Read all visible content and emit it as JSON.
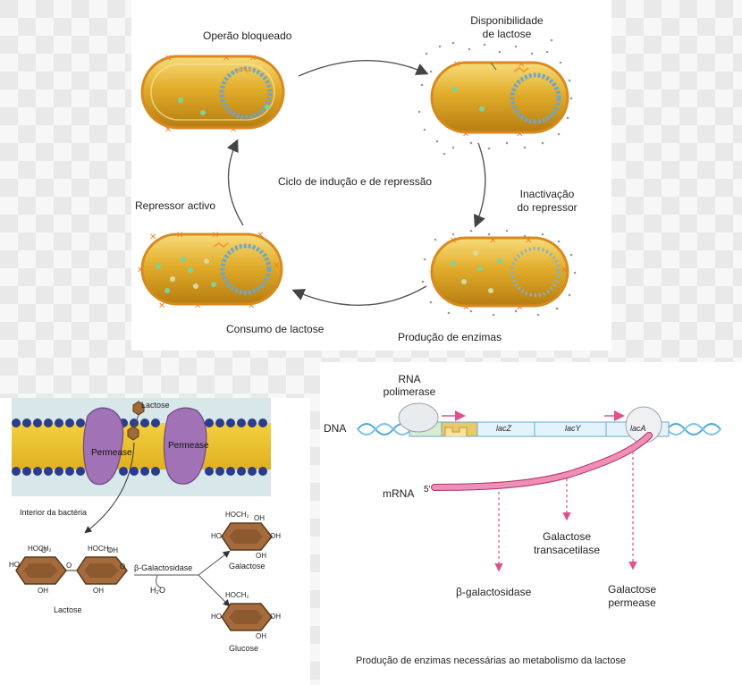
{
  "cycle": {
    "center_label": "Ciclo de indução e de repressão",
    "stage_top_left": "Operão bloqueado",
    "stage_top_right_l1": "Disponibilidade",
    "stage_top_right_l2": "de lactose",
    "stage_right_l1": "Inactivação",
    "stage_right_l2": "do repressor",
    "stage_bottom_right": "Produção de enzimas",
    "stage_bottom_left": "Consumo de lactose",
    "stage_left": "Repressor activo"
  },
  "membrane": {
    "permease_left": "Permease",
    "permease_right": "Permease",
    "lactose_tag": "Lactose",
    "interior_label": "Interior da bactéria",
    "enzyme": "β-Galactosidase",
    "water": "H₂O",
    "lactose_name": "Lactose",
    "galactose_name": "Galactose",
    "glucose_name": "Glucose",
    "hoch2": "HOCH₂",
    "oh": "OH",
    "ho": "HO",
    "o": "O"
  },
  "operon": {
    "rna_pol_l1": "RNA",
    "rna_pol_l2": "polimerase",
    "dna_label": "DNA",
    "lacZ": "lacZ",
    "lacY": "lacY",
    "lacA": "lacA",
    "mrna_label": "mRNA",
    "five_prime": "5'",
    "galactosidase": "β-galactosidase",
    "transacetylase_l1": "Galactose",
    "transacetylase_l2": "transacetilase",
    "permease_l1": "Galactose",
    "permease_l2": "permease",
    "caption": "Produção de enzimas necessárias ao metabolismo da lactose"
  }
}
